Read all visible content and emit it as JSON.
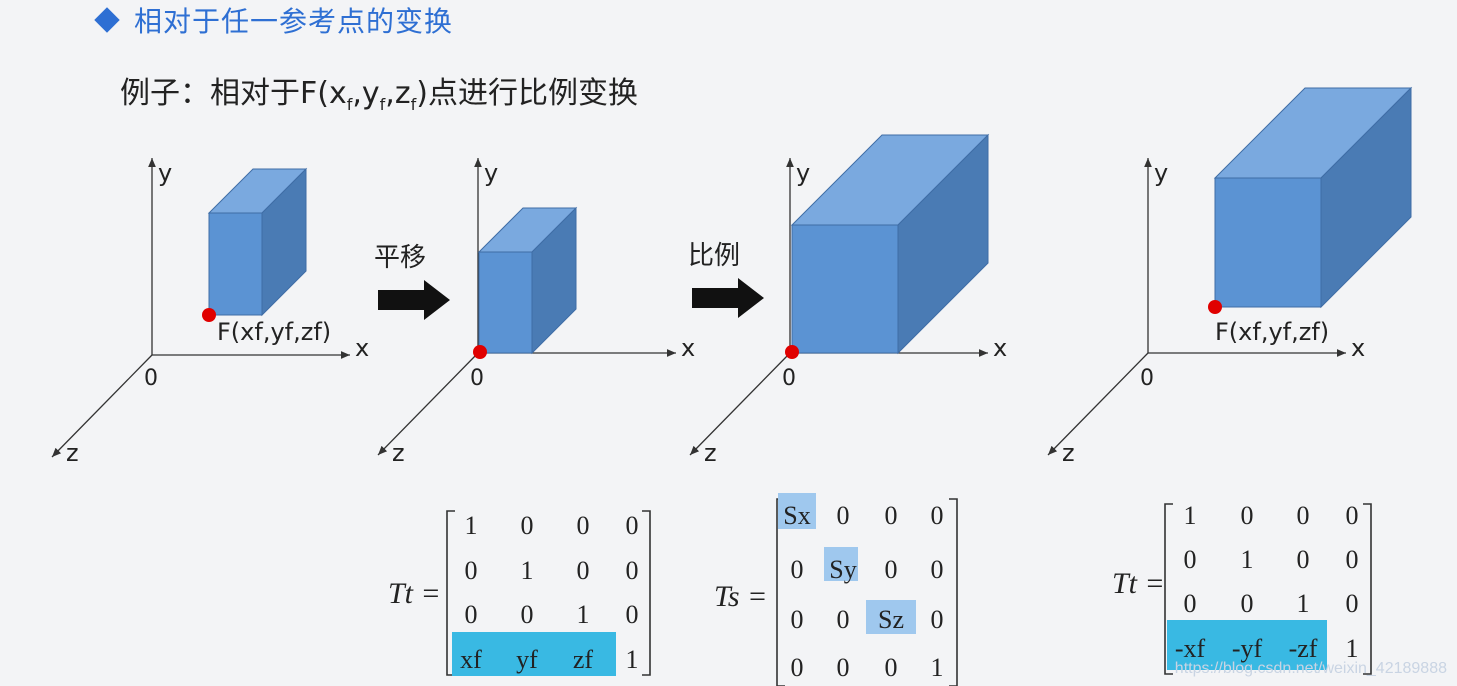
{
  "title": "相对于任一参考点的变换",
  "subtitle": {
    "prefix": "例子：相对于F(x",
    "sub1": "f",
    "mid1": ",y",
    "sub2": "f",
    "mid2": ",z",
    "sub3": "f",
    "suffix": ")点进行比例变换"
  },
  "axes": {
    "x": "x",
    "y": "y",
    "z": "z",
    "origin": "0"
  },
  "point_label": "F(xf,yf,zf)",
  "arrows": [
    "平移",
    "比例"
  ],
  "matrices": [
    {
      "name": "Tt =",
      "rows": [
        [
          "1",
          "0",
          "0",
          "0"
        ],
        [
          "0",
          "1",
          "0",
          "0"
        ],
        [
          "0",
          "0",
          "1",
          "0"
        ],
        [
          "xf",
          "yf",
          "zf",
          "1"
        ]
      ]
    },
    {
      "name": "Ts =",
      "rows": [
        [
          "Sx",
          "0",
          "0",
          "0"
        ],
        [
          "0",
          "Sy",
          "0",
          "0"
        ],
        [
          "0",
          "0",
          "Sz",
          "0"
        ],
        [
          "0",
          "0",
          "0",
          "1"
        ]
      ]
    },
    {
      "name": "Tt =",
      "rows": [
        [
          "1",
          "0",
          "0",
          "0"
        ],
        [
          "0",
          "1",
          "0",
          "0"
        ],
        [
          "0",
          "0",
          "1",
          "0"
        ],
        [
          "-xf",
          "-yf",
          "-zf",
          "1"
        ]
      ]
    }
  ],
  "watermark": "https://blog.csdn.net/weixin_42189888",
  "colors": {
    "box_front": "#5b93d3",
    "box_top": "#7aa9df",
    "box_side": "#4a7bb4",
    "point": "#e00000",
    "highlight": "#39b9e3",
    "title": "#2e6fd3"
  }
}
